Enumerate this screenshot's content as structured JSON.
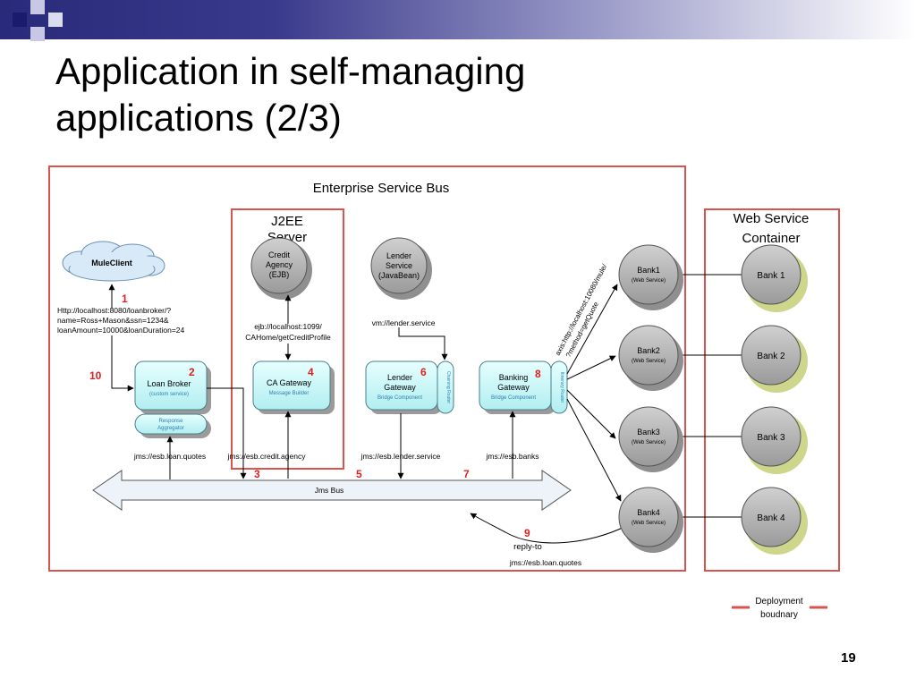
{
  "slide": {
    "title_line1": "Application in self-managing",
    "title_line2": "applications (2/3)",
    "page_number": "19"
  },
  "diagram": {
    "esb_title": "Enterprise Service Bus",
    "j2ee_line1": "J2EE",
    "j2ee_line2": "Server",
    "wsc_line1": "Web Service",
    "wsc_line2": "Container",
    "mule_client": "MuleClient",
    "credit_line1": "Credit",
    "credit_line2": "Agency",
    "credit_line3": "(EJB)",
    "lender_line1": "Lender",
    "lender_line2": "Service",
    "lender_line3": "(JavaBean)",
    "http_line1": "Http://localhost:8080/loanbroker/?",
    "http_line2": "name=Ross+Mason&ssn=1234&",
    "http_line3": "loanAmount=10000&loanDuration=24",
    "ejb_line1": "ejb://localhost:1099/",
    "ejb_line2": "CAHome/getCreditProfile",
    "vm_uri": "vm://lender.service",
    "loan_broker_title": "Loan Broker",
    "loan_broker_sub": "(custom service)",
    "response_line1": "Response",
    "response_line2": "Aggregator",
    "ca_gateway_title": "CA Gateway",
    "ca_gateway_sub": "Message Builder",
    "lender_gw_line1": "Lender",
    "lender_gw_line2": "Gateway",
    "lender_gw_sub": "Bridge Component",
    "chaining_router": "Chaining Router",
    "banking_gw_line1": "Banking",
    "banking_gw_line2": "Gateway",
    "banking_gw_sub": "Bridge Component",
    "itinerary_router": "Itinerary Router",
    "axis_line1": "axis:http://localhost:10080/mule/",
    "axis_line2": "?method=getQuote",
    "jms_loan_quotes": "jms://esb.loan.quotes",
    "jms_credit_agency": "jms://esb.credit.agency",
    "jms_lender_service": "jms://esb.lender.service",
    "jms_banks": "jms://esb.banks",
    "jms_bus": "Jms Bus",
    "reply_to": "reply-to",
    "reply_queue": "jms://esb.loan.quotes",
    "bank1": "Bank1",
    "bank2": "Bank2",
    "bank3": "Bank3",
    "bank4": "Bank4",
    "web_service": "(Web Service)",
    "ws_bank1": "Bank 1",
    "ws_bank2": "Bank 2",
    "ws_bank3": "Bank 3",
    "ws_bank4": "Bank 4",
    "step1": "1",
    "step2": "2",
    "step3": "3",
    "step4": "4",
    "step5": "5",
    "step6": "6",
    "step7": "7",
    "step8": "8",
    "step9": "9",
    "step10": "10",
    "legend_line1": "Deployment",
    "legend_line2": "boudnary"
  },
  "colors": {
    "boundary": "#d9534f",
    "component_fill": "#c8f5f5",
    "node_fill": "#b3b3b3",
    "step_number": "#e02020"
  }
}
